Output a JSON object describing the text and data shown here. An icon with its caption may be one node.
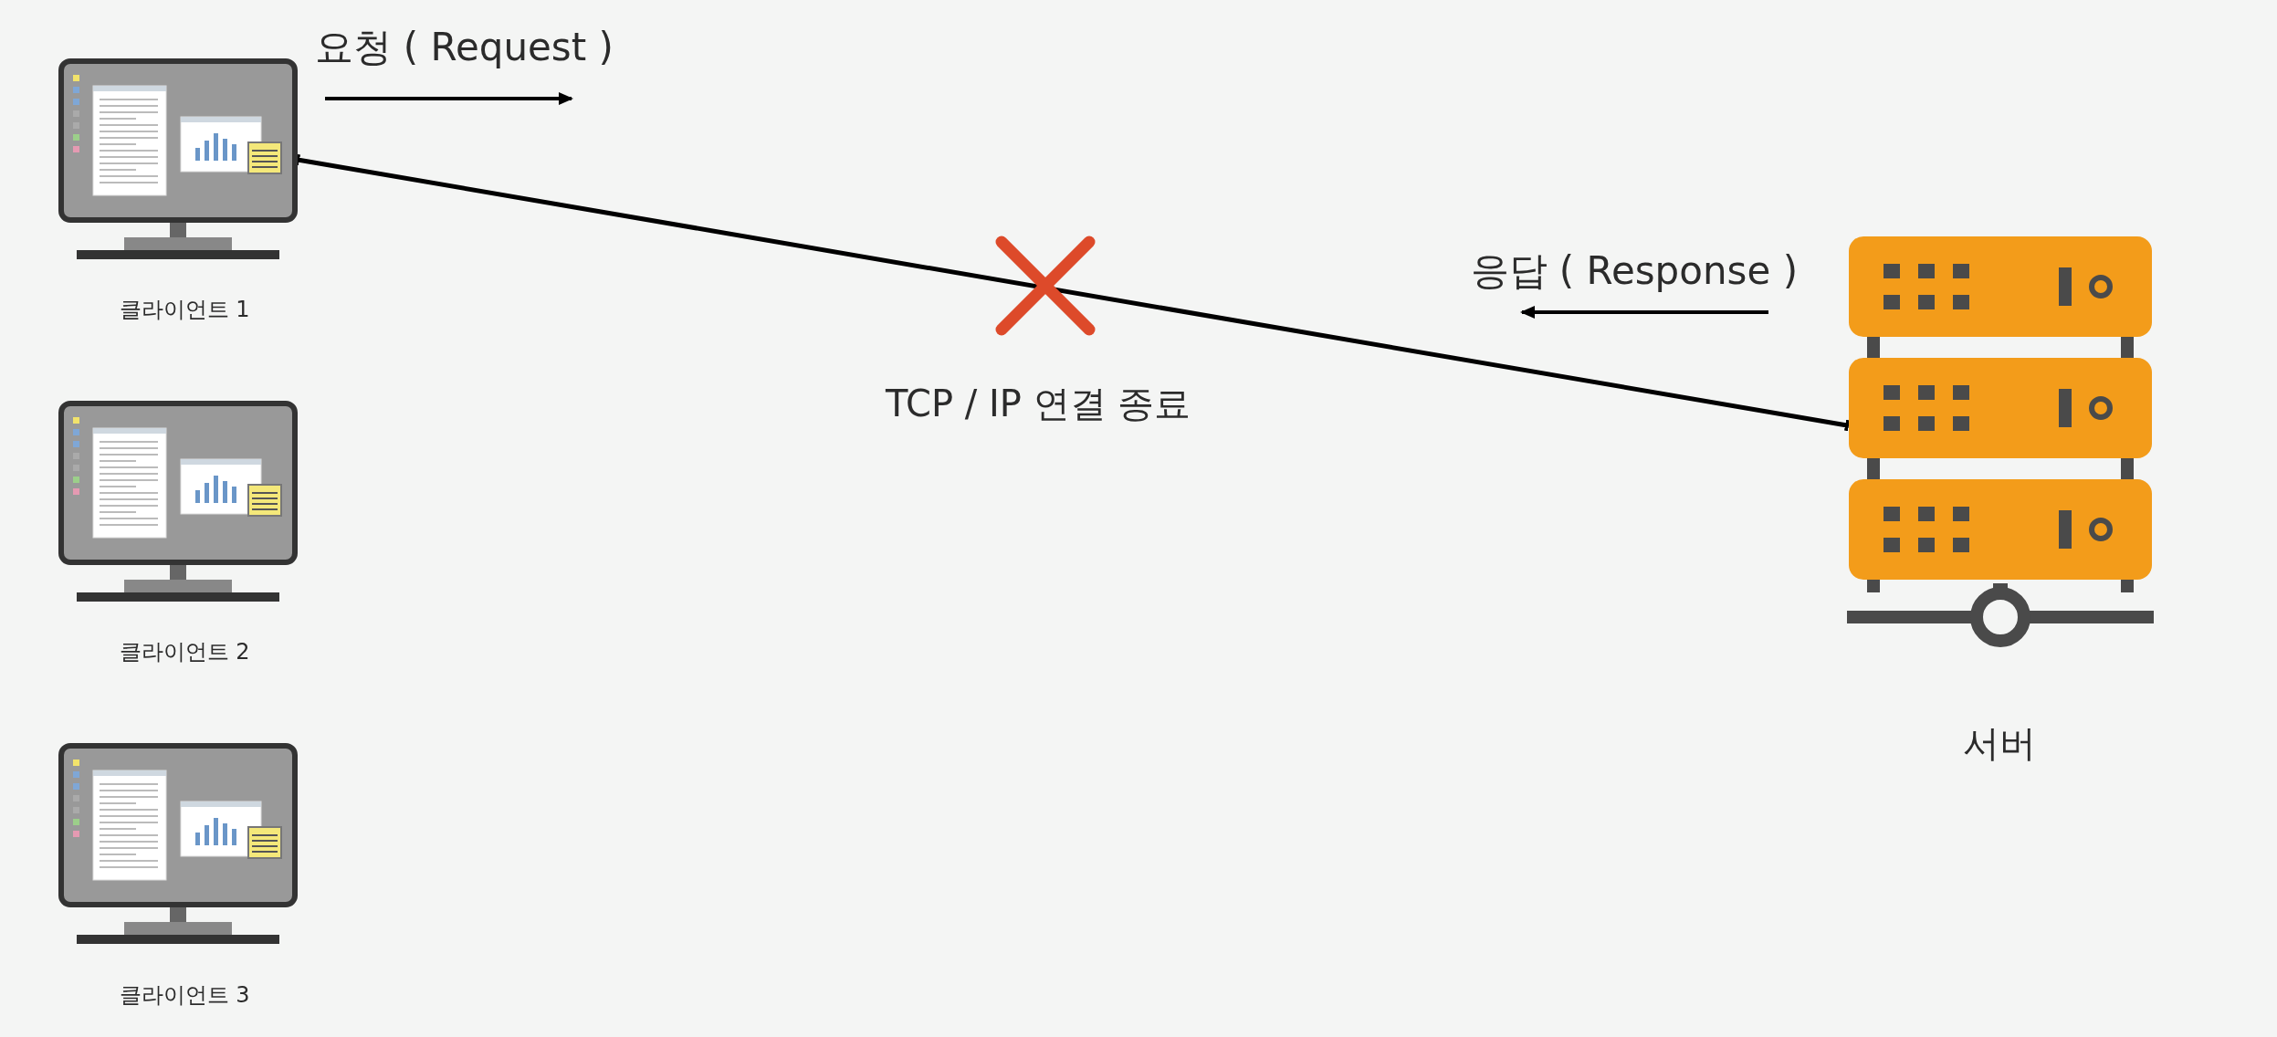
{
  "diagram": {
    "nodes": [
      {
        "text": [],
        "shape": "picture",
        "beside": [
          "클라이언트 1"
        ]
      },
      {
        "text": [],
        "shape": "picture",
        "beside": [
          "클라이언트 2"
        ]
      },
      {
        "text": [],
        "shape": "picture",
        "beside": [
          "클라이언트 3"
        ]
      },
      {
        "text": [],
        "shape": "picture",
        "beside": [
          "서버"
        ]
      }
    ],
    "edges": [
      {
        "from": 0,
        "to": 3,
        "arrow": "other"
      }
    ],
    "labels": [
      "요청 ( Request )",
      "응답 ( Response )",
      "TCP / IP 연결 종료"
    ]
  }
}
